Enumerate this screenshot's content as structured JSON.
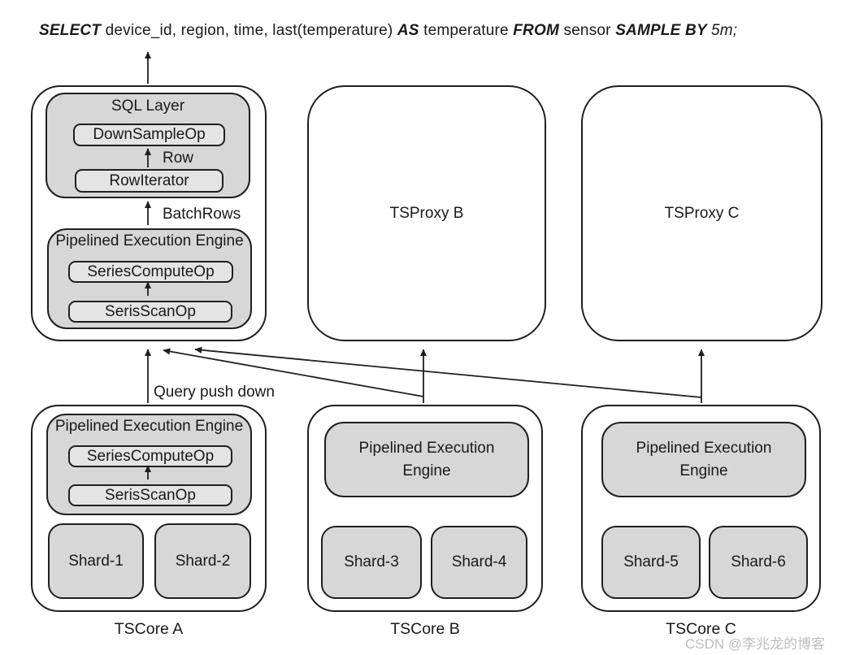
{
  "query": {
    "segments": [
      {
        "text": "SELECT ",
        "style": "kw"
      },
      {
        "text": "device_id, region, time, last(temperature) ",
        "style": "plain"
      },
      {
        "text": "AS ",
        "style": "kw"
      },
      {
        "text": "temperature ",
        "style": "plain"
      },
      {
        "text": "FROM ",
        "style": "kw"
      },
      {
        "text": "sensor ",
        "style": "plain"
      },
      {
        "text": "SAMPLE BY ",
        "style": "kw"
      },
      {
        "text": "5m;",
        "style": "italic"
      }
    ]
  },
  "tsproxy_a": {
    "sql_layer": {
      "title": "SQL Layer",
      "ops": [
        "DownSampleOp",
        "RowIterator"
      ],
      "arrow_label": "Row"
    },
    "batch_label": "BatchRows",
    "engine": {
      "title": "Pipelined Execution Engine",
      "ops": [
        "SeriesComputeOp",
        "SerisScanOp"
      ]
    }
  },
  "tsproxy_b": {
    "label": "TSProxy B"
  },
  "tsproxy_c": {
    "label": "TSProxy C"
  },
  "push_down_label": "Query push down",
  "tscore_a": {
    "engine": {
      "title": "Pipelined Execution Engine",
      "ops": [
        "SeriesComputeOp",
        "SerisScanOp"
      ]
    },
    "shards": [
      "Shard-1",
      "Shard-2"
    ],
    "label": "TSCore A"
  },
  "tscore_b": {
    "engine_title": "Pipelined Execution Engine",
    "shards": [
      "Shard-3",
      "Shard-4"
    ],
    "label": "TSCore B"
  },
  "tscore_c": {
    "engine_title": "Pipelined Execution Engine",
    "shards": [
      "Shard-5",
      "Shard-6"
    ],
    "label": "TSCore C"
  },
  "watermark": "CSDN @李兆龙的博客",
  "colors": {
    "box_fill": "#d7d7d7",
    "inner_fill": "#e4e4e4",
    "line": "#1f1f1f",
    "watermark_color": "#bdbdbd"
  }
}
